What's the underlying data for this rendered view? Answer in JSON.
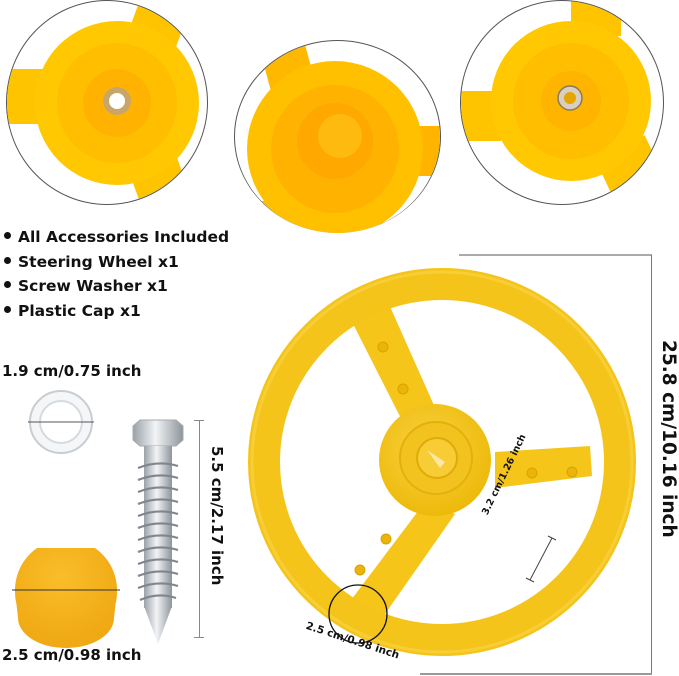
{
  "features": {
    "items": [
      "All Accessories Included",
      "Steering Wheel x1",
      "Screw Washer x1",
      "Plastic Cap x1"
    ]
  },
  "dimensions": {
    "washer": "1.9 cm/0.75 inch",
    "screw": "5.5 cm/2.17 inch",
    "cap": "2.5 cm/0.98 inch",
    "wheel_diameter": "25.8 cm/10.16 inch",
    "spoke_length": "3.2 cm/1.26 inch",
    "rim_thickness": "2.5 cm/0.98 inch"
  },
  "detail_views": [
    {
      "name": "hub-back-with-nut",
      "color": "#FFC200"
    },
    {
      "name": "hub-front-cap",
      "color": "#FFB800"
    },
    {
      "name": "hub-back-with-washer",
      "color": "#FFC200"
    }
  ],
  "colors": {
    "wheel_yellow": "#F7C516",
    "wheel_shade": "#E8B000",
    "cap_orange": "#F4B01A",
    "metal": "#C9CDD2",
    "text": "#111111",
    "dimension_line": "#888888"
  }
}
